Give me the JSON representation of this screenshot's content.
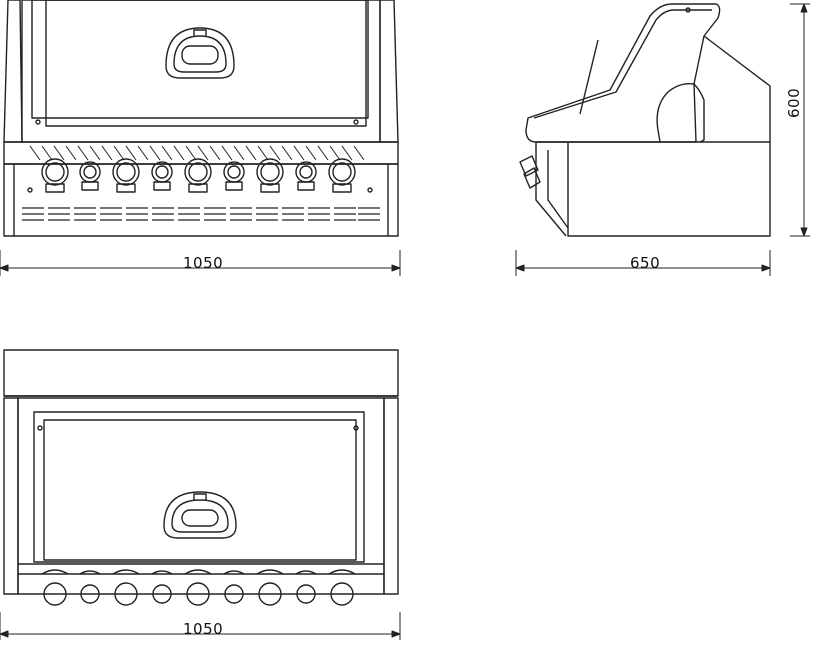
{
  "dimensions": {
    "front_width": "1050",
    "side_depth": "650",
    "side_height": "600",
    "top_width": "1050"
  },
  "colors": {
    "line": "#222222",
    "fill": "#ffffff",
    "dark": "#333333"
  }
}
